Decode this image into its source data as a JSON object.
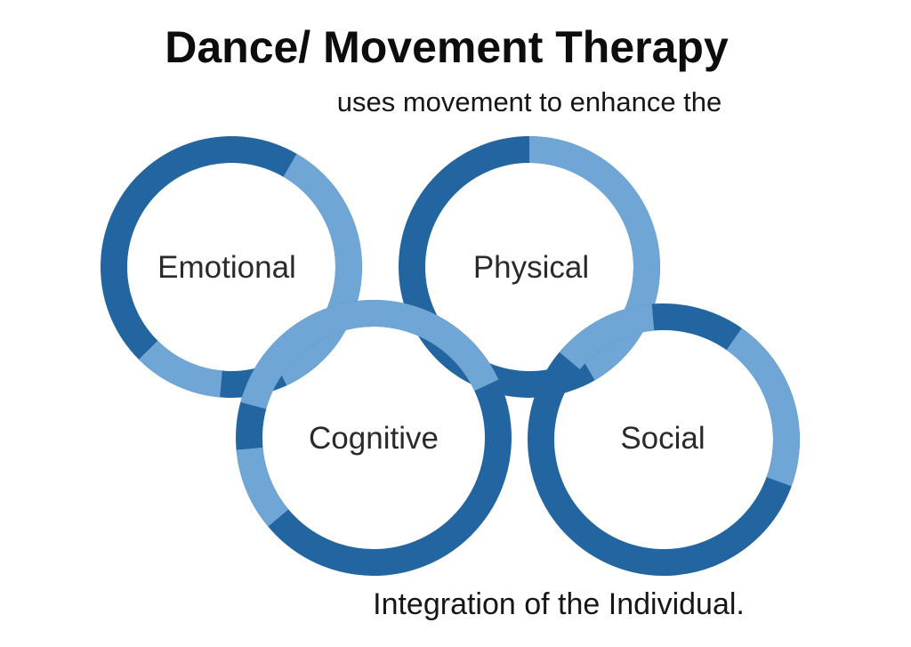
{
  "title": "Dance/ Movement Therapy",
  "subtitle": "uses movement to enhance the",
  "footer": "Integration of the Individual.",
  "rings": {
    "emotional": {
      "label": "Emotional"
    },
    "physical": {
      "label": "Physical"
    },
    "cognitive": {
      "label": "Cognitive"
    },
    "social": {
      "label": "Social"
    }
  },
  "colors": {
    "ring_dark": "#2265a0",
    "ring_light": "#6fa6d6",
    "text": "#1b1b1b",
    "background": "#ffffff"
  }
}
